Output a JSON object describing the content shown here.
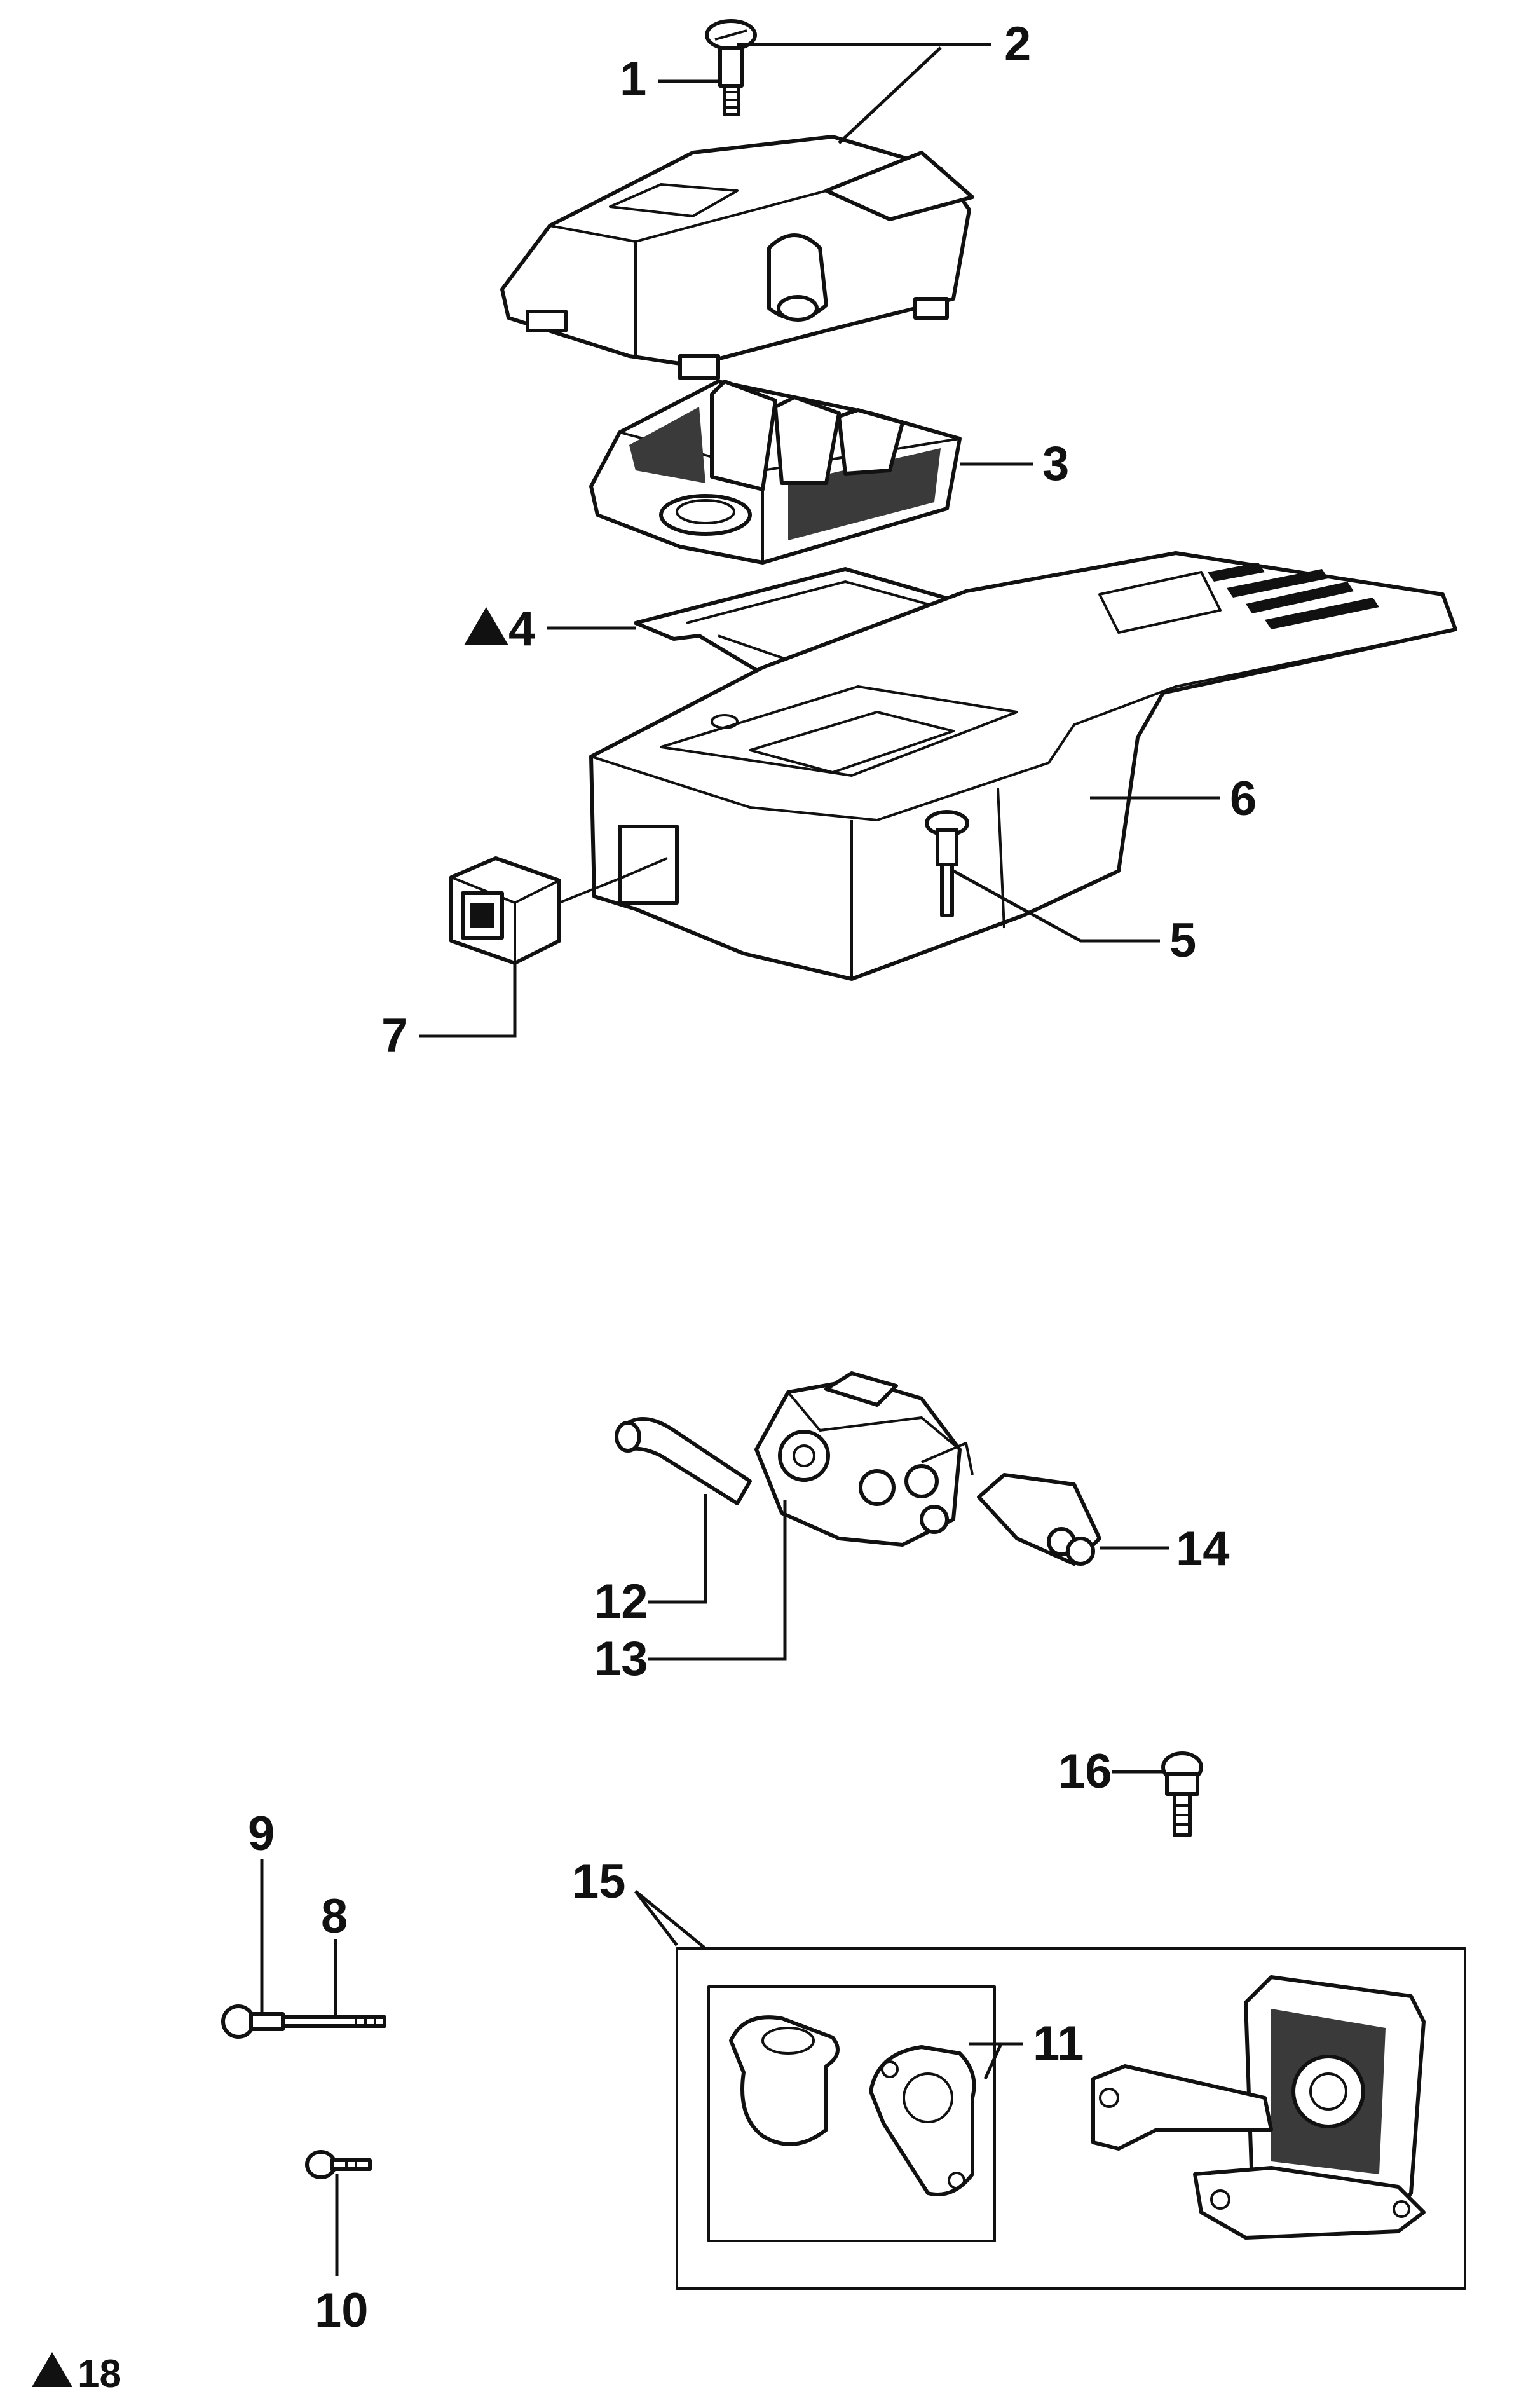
{
  "callouts": [
    {
      "id": "1",
      "label": "1"
    },
    {
      "id": "2",
      "label": "2"
    },
    {
      "id": "3",
      "label": "3"
    },
    {
      "id": "4",
      "label": "4",
      "marker": "triangle"
    },
    {
      "id": "5",
      "label": "5"
    },
    {
      "id": "6",
      "label": "6"
    },
    {
      "id": "7",
      "label": "7"
    },
    {
      "id": "8",
      "label": "8"
    },
    {
      "id": "9",
      "label": "9"
    },
    {
      "id": "10",
      "label": "10"
    },
    {
      "id": "11",
      "label": "11"
    },
    {
      "id": "12",
      "label": "12"
    },
    {
      "id": "13",
      "label": "13"
    },
    {
      "id": "14",
      "label": "14"
    },
    {
      "id": "15",
      "label": "15"
    },
    {
      "id": "16",
      "label": "16"
    }
  ],
  "footer_note": {
    "marker": "triangle",
    "label": "18"
  },
  "colors": {
    "ink": "#111111",
    "paper": "#ffffff"
  }
}
